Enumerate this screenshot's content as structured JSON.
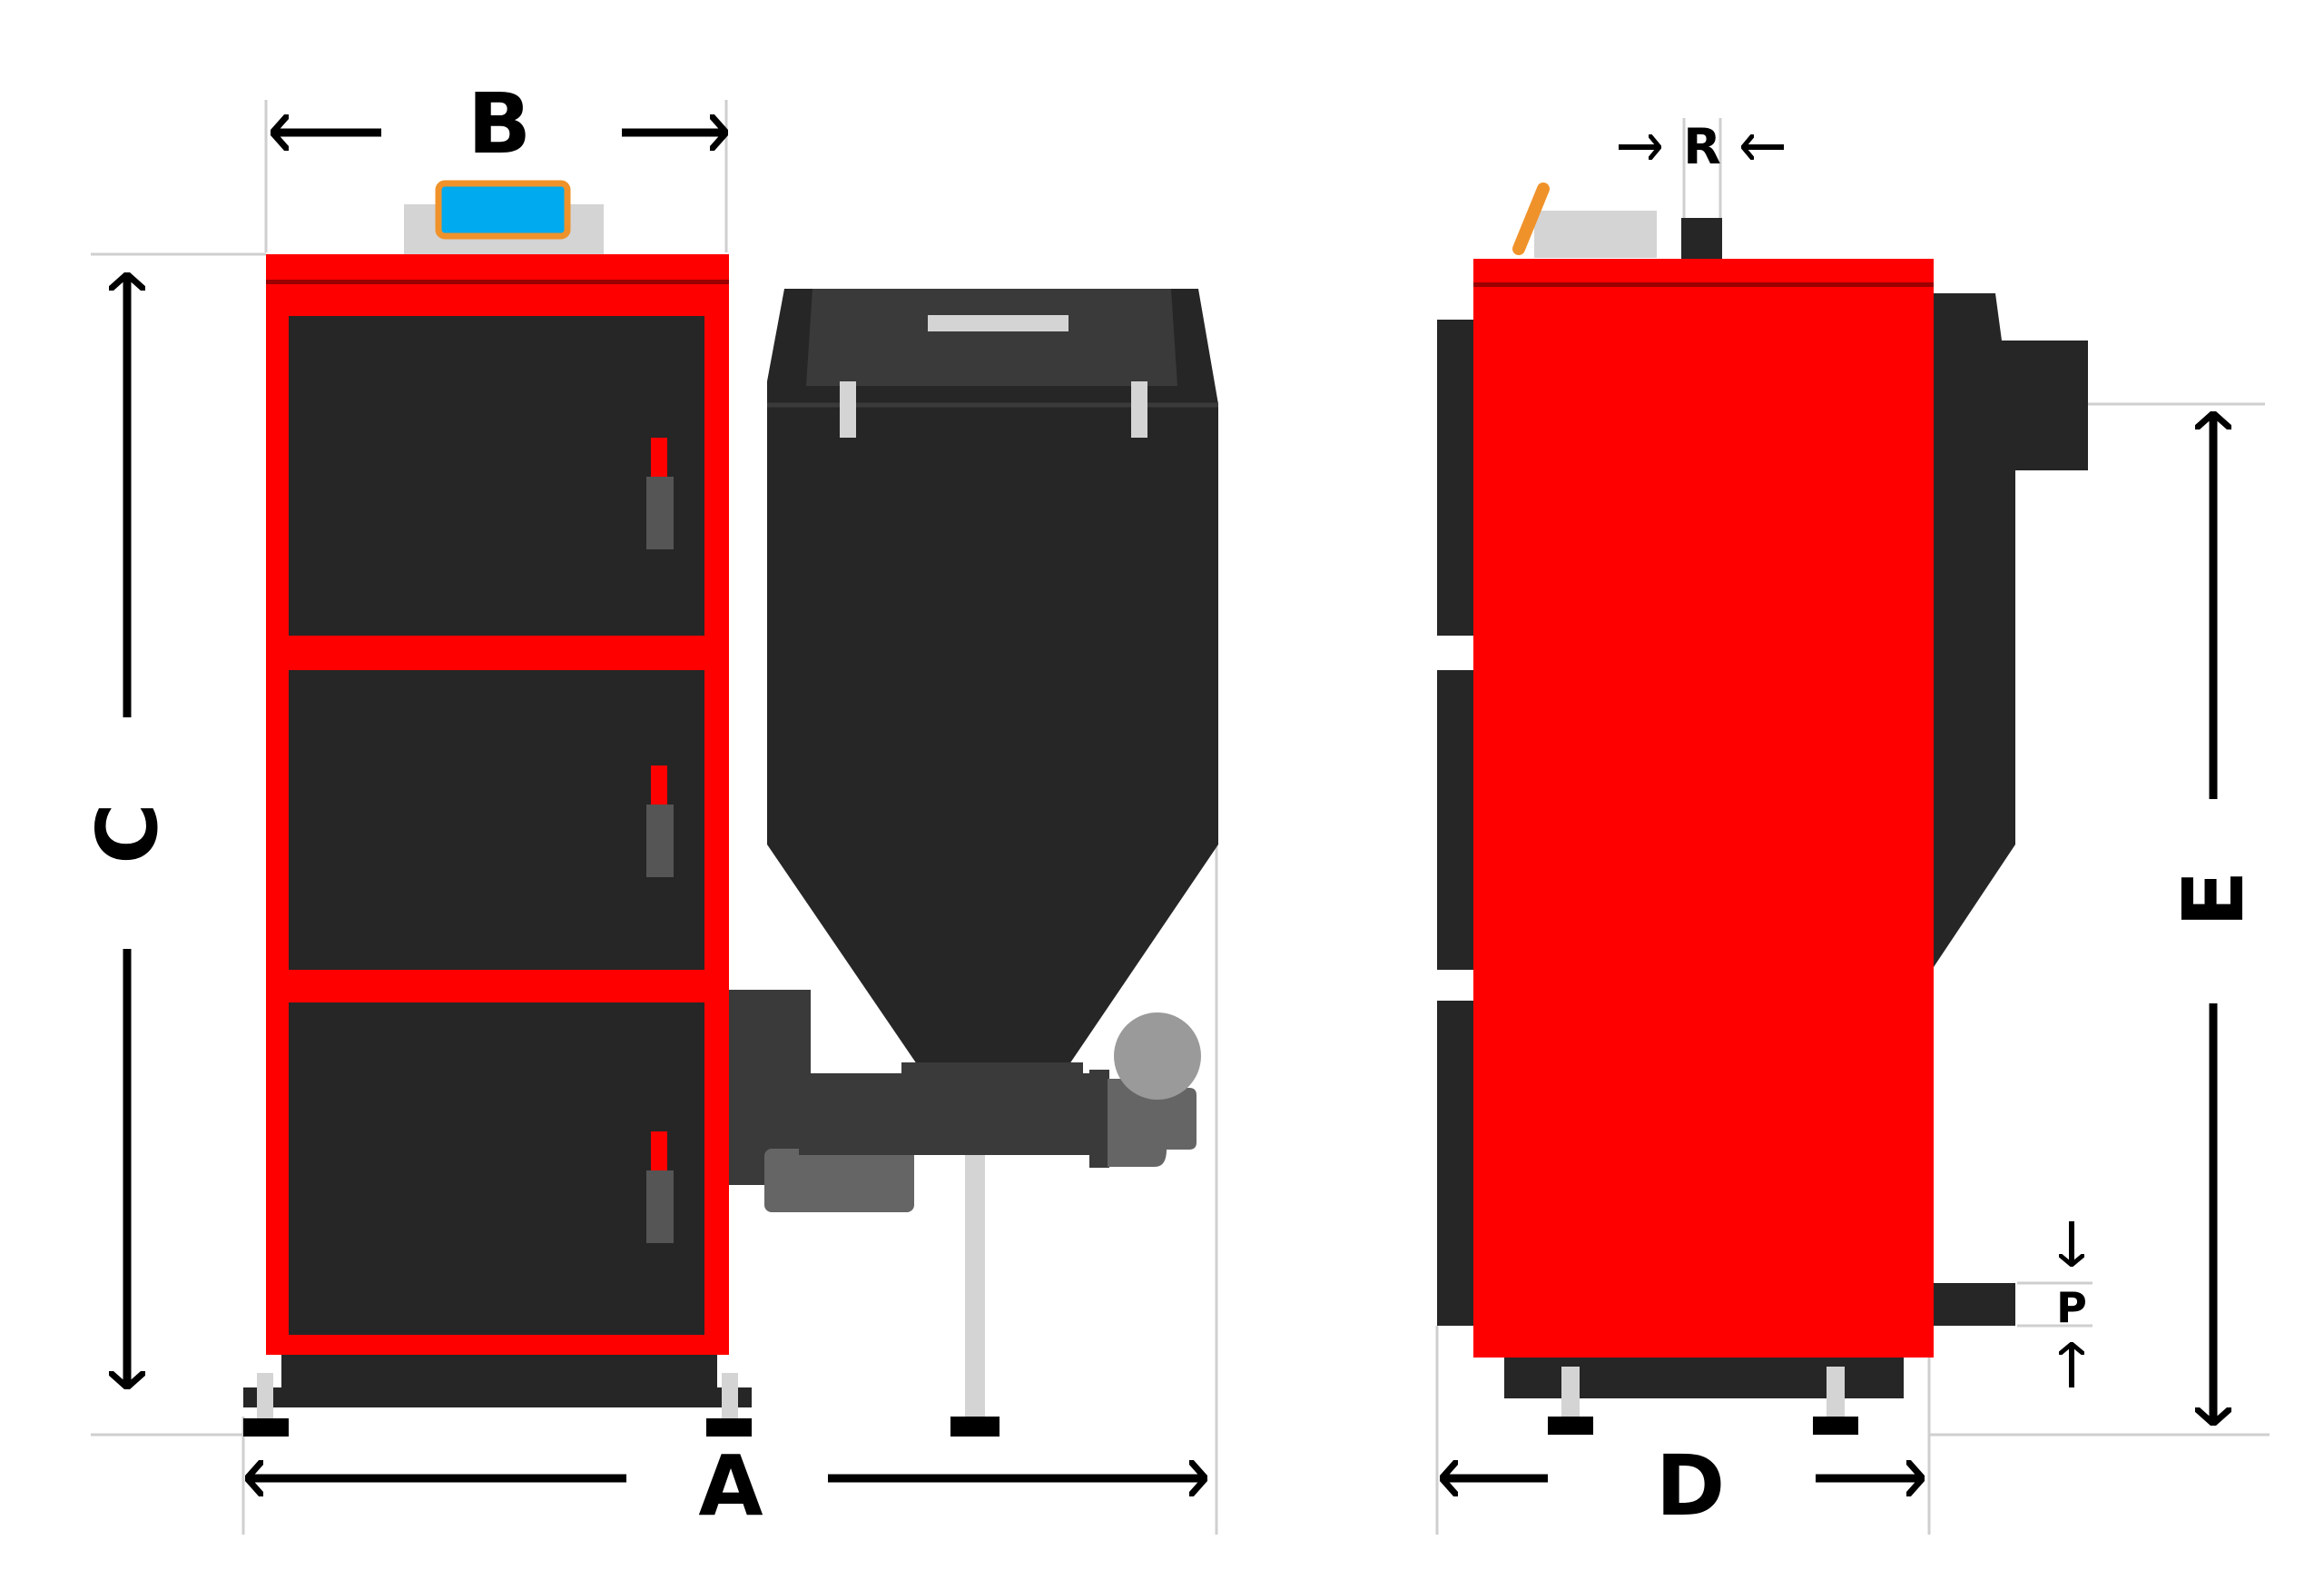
{
  "dimensions": {
    "a": "A",
    "b": "B",
    "c": "C",
    "d": "D",
    "e": "E",
    "r": "R",
    "p": "P"
  },
  "colors": {
    "boiler_red": "#ff0000",
    "body_dark": "#262626",
    "auger_dark": "#3a3a3a",
    "motor_gray": "#656565",
    "knob_gray": "#9a9a9a",
    "light_gray": "#d4d4d4",
    "sensor_blue": "#00aaee",
    "sensor_orange": "#f0922a",
    "dimension_black": "#000000"
  }
}
